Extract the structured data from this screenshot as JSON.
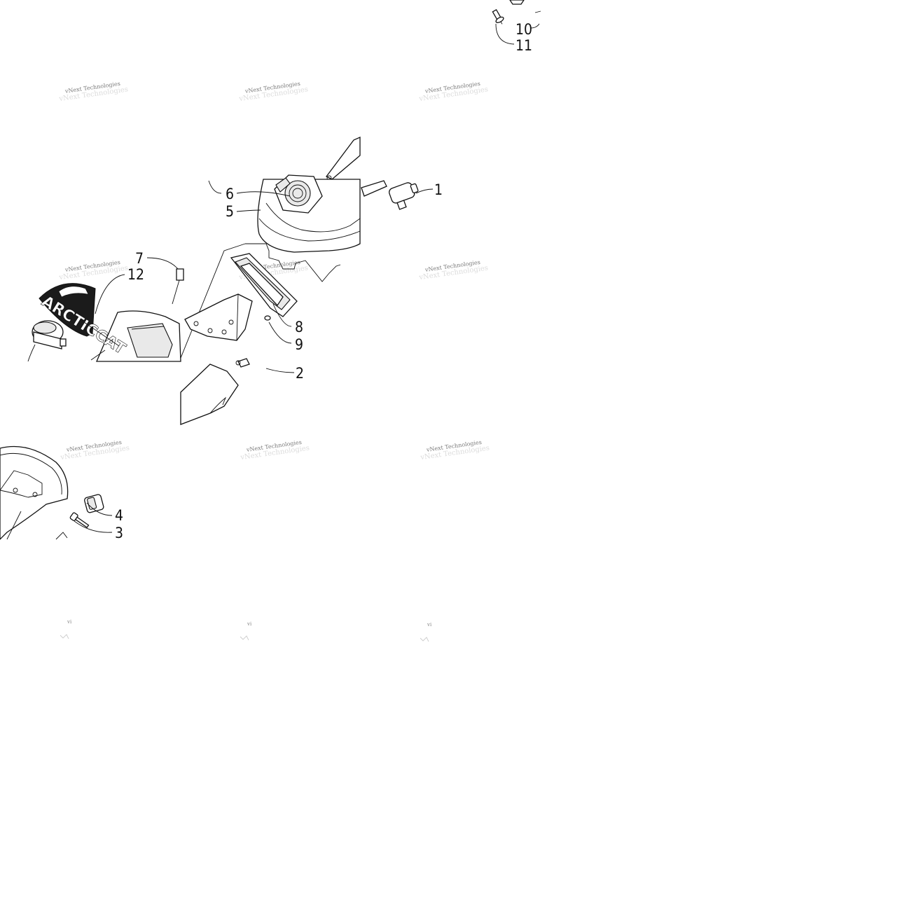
{
  "callouts": [
    {
      "id": "1",
      "label": "1"
    },
    {
      "id": "2",
      "label": "2"
    },
    {
      "id": "3",
      "label": "3"
    },
    {
      "id": "4",
      "label": "4"
    },
    {
      "id": "5",
      "label": "5"
    },
    {
      "id": "6",
      "label": "6"
    },
    {
      "id": "7",
      "label": "7"
    },
    {
      "id": "8",
      "label": "8"
    },
    {
      "id": "9",
      "label": "9"
    },
    {
      "id": "10",
      "label": "10"
    },
    {
      "id": "11",
      "label": "11"
    },
    {
      "id": "12",
      "label": "12"
    }
  ],
  "watermark": {
    "text": "vNext Technologies",
    "ghost_text": "vNext Technologies",
    "fragment": "vi"
  },
  "logo": {
    "text": "ARCTICCAT"
  }
}
